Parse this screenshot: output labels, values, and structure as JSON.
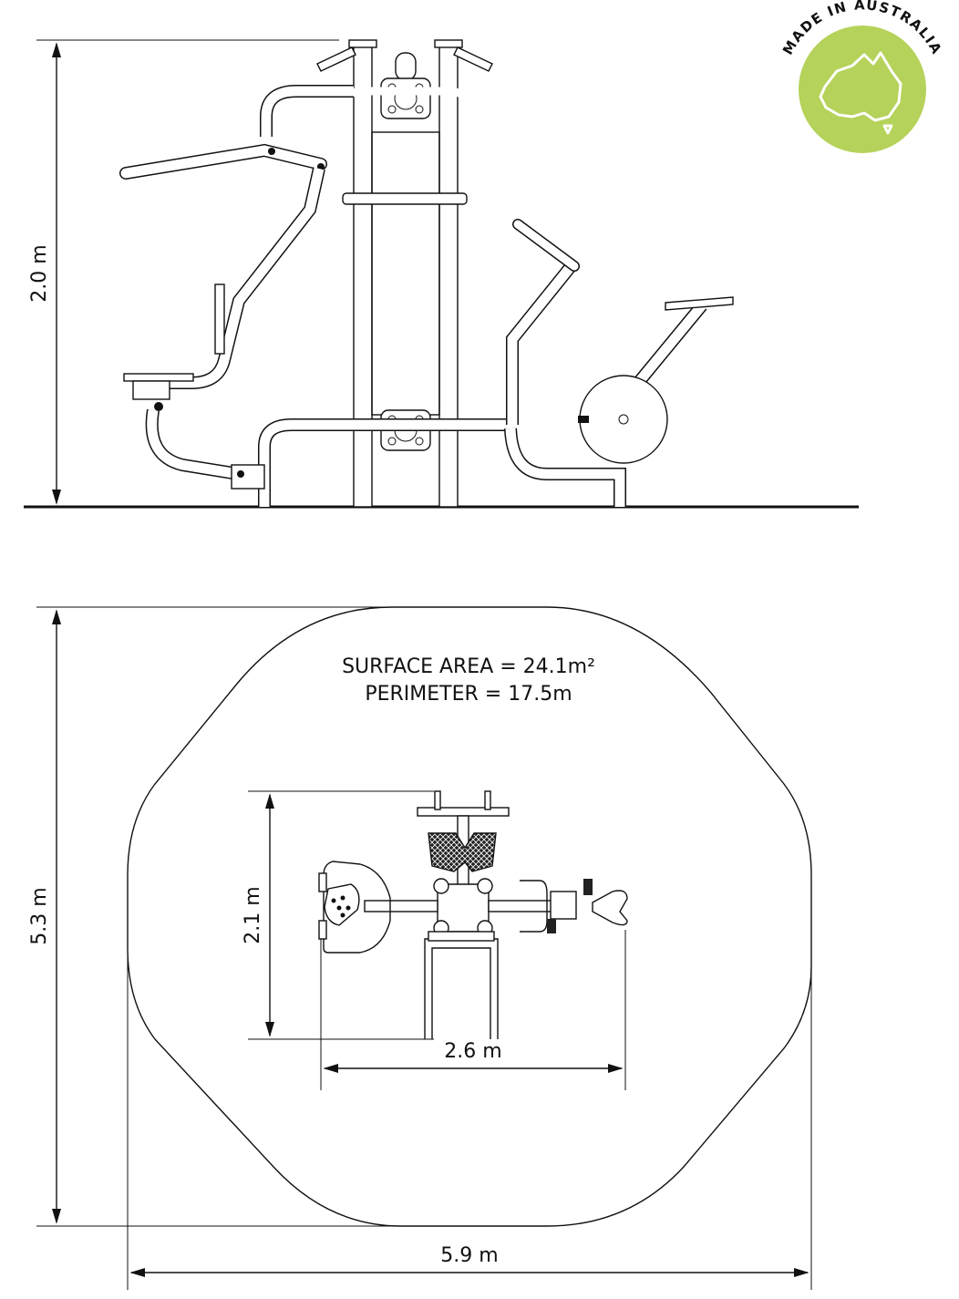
{
  "elevation": {
    "height_label": "2.0 m"
  },
  "plan": {
    "surface_area_label": "SURFACE AREA = 24.1m²",
    "perimeter_label": "PERIMETER = 17.5m",
    "depth_label": "5.3 m",
    "width_label": "5.9 m",
    "equipment_depth_label": "2.1 m",
    "equipment_width_label": "2.6 m"
  },
  "badge": {
    "text": "MADE IN AUSTRALIA",
    "icon": "australia-map-icon",
    "color": "#b5d25a"
  }
}
